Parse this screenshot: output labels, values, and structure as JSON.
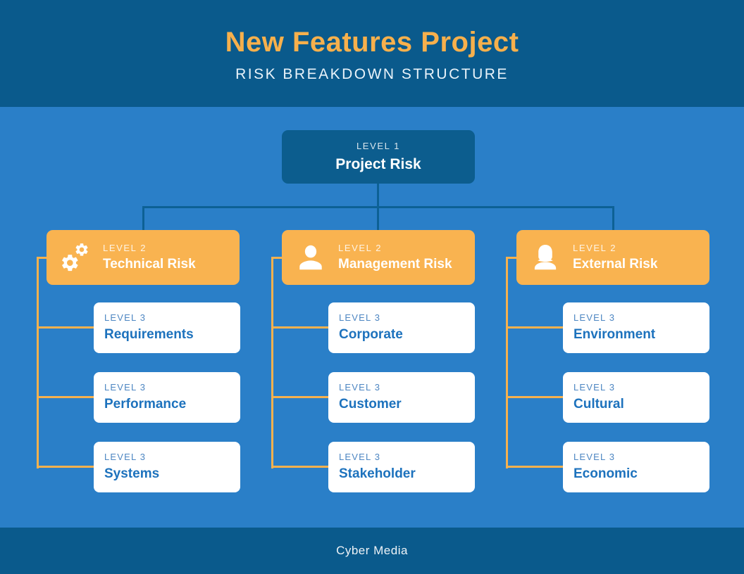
{
  "header": {
    "title": "New Features Project",
    "subtitle": "RISK BREAKDOWN STRUCTURE"
  },
  "footer": {
    "brand": "Cyber Media"
  },
  "tree": {
    "root": {
      "level": "LEVEL 1",
      "title": "Project Risk"
    },
    "branches": [
      {
        "level": "LEVEL 2",
        "title": "Technical Risk",
        "icon": "gears-icon",
        "children": [
          {
            "level": "LEVEL 3",
            "title": "Requirements"
          },
          {
            "level": "LEVEL 3",
            "title": "Performance"
          },
          {
            "level": "LEVEL 3",
            "title": "Systems"
          }
        ]
      },
      {
        "level": "LEVEL 2",
        "title": "Management Risk",
        "icon": "person-icon",
        "children": [
          {
            "level": "LEVEL 3",
            "title": "Corporate"
          },
          {
            "level": "LEVEL 3",
            "title": "Customer"
          },
          {
            "level": "LEVEL 3",
            "title": "Stakeholder"
          }
        ]
      },
      {
        "level": "LEVEL 2",
        "title": "External Risk",
        "icon": "person-female-icon",
        "children": [
          {
            "level": "LEVEL 3",
            "title": "Environment"
          },
          {
            "level": "LEVEL 3",
            "title": "Cultural"
          },
          {
            "level": "LEVEL 3",
            "title": "Economic"
          }
        ]
      }
    ]
  },
  "colors": {
    "band_dark_blue": "#0a5a8c",
    "body_blue": "#2a7fc8",
    "accent_orange": "#f9b350",
    "connector_dark": "#0d6195",
    "connector_orange": "#f6b14e",
    "level3_text_blue": "#1d72bd",
    "title_orange": "#f7b04c"
  }
}
